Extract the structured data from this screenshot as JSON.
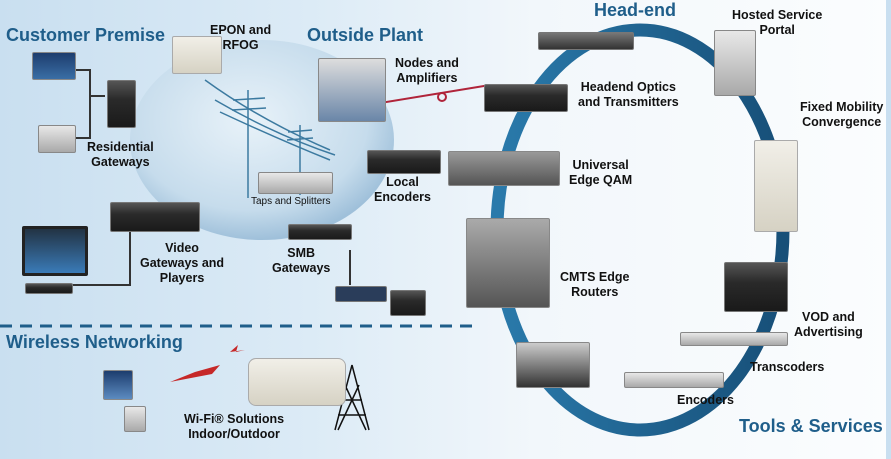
{
  "sections": {
    "customer_premise": "Customer Premise",
    "outside_plant": "Outside Plant",
    "head_end": "Head-end",
    "wireless_networking": "Wireless Networking",
    "tools_services": "Tools & Services"
  },
  "labels": {
    "epon_rfog": "EPON and\nRFOG",
    "nodes_amplifiers": "Nodes and\nAmplifiers",
    "residential_gateways": "Residential\nGateways",
    "taps_splitters": "Taps and Splitters",
    "local_encoders": "Local\nEncoders",
    "video_gateways": "Video\nGateways and\nPlayers",
    "smb_gateways": "SMB\nGateways",
    "wifi_solutions": "Wi-Fi® Solutions\nIndoor/Outdoor",
    "hosted_service_portal": "Hosted Service\nPortal",
    "headend_optics": "Headend Optics\nand Transmitters",
    "fixed_mobility": "Fixed Mobility\nConvergence",
    "universal_edge_qam": "Universal\nEdge QAM",
    "cmts_edge_routers": "CMTS Edge\nRouters",
    "vod_advertising": "VOD and\nAdvertising",
    "transcoders": "Transcoders",
    "encoders": "Encoders"
  },
  "colors": {
    "section": "#1f5e8a",
    "ring": "#1f6d9c",
    "link": "#b0243a"
  }
}
